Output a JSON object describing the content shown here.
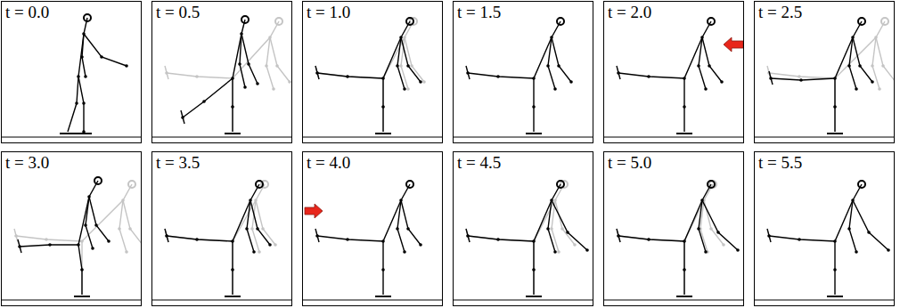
{
  "diagram": {
    "nodes": [
      {
        "text": [
          "t = 0.0"
        ]
      },
      {
        "text": [
          "t = 0.5"
        ]
      },
      {
        "text": [
          "t = 1.0"
        ]
      },
      {
        "text": [
          "t = 1.5"
        ]
      },
      {
        "text": [
          "t = 2.0"
        ]
      },
      {
        "text": [
          "t = 2.5"
        ]
      },
      {
        "text": [
          "t = 3.0"
        ]
      },
      {
        "text": [
          "t = 3.5"
        ]
      },
      {
        "text": [
          "t = 4.0"
        ]
      },
      {
        "text": [
          "t = 4.5"
        ]
      },
      {
        "text": [
          "t = 5.0"
        ]
      },
      {
        "text": [
          "t = 5.5"
        ]
      }
    ]
  }
}
